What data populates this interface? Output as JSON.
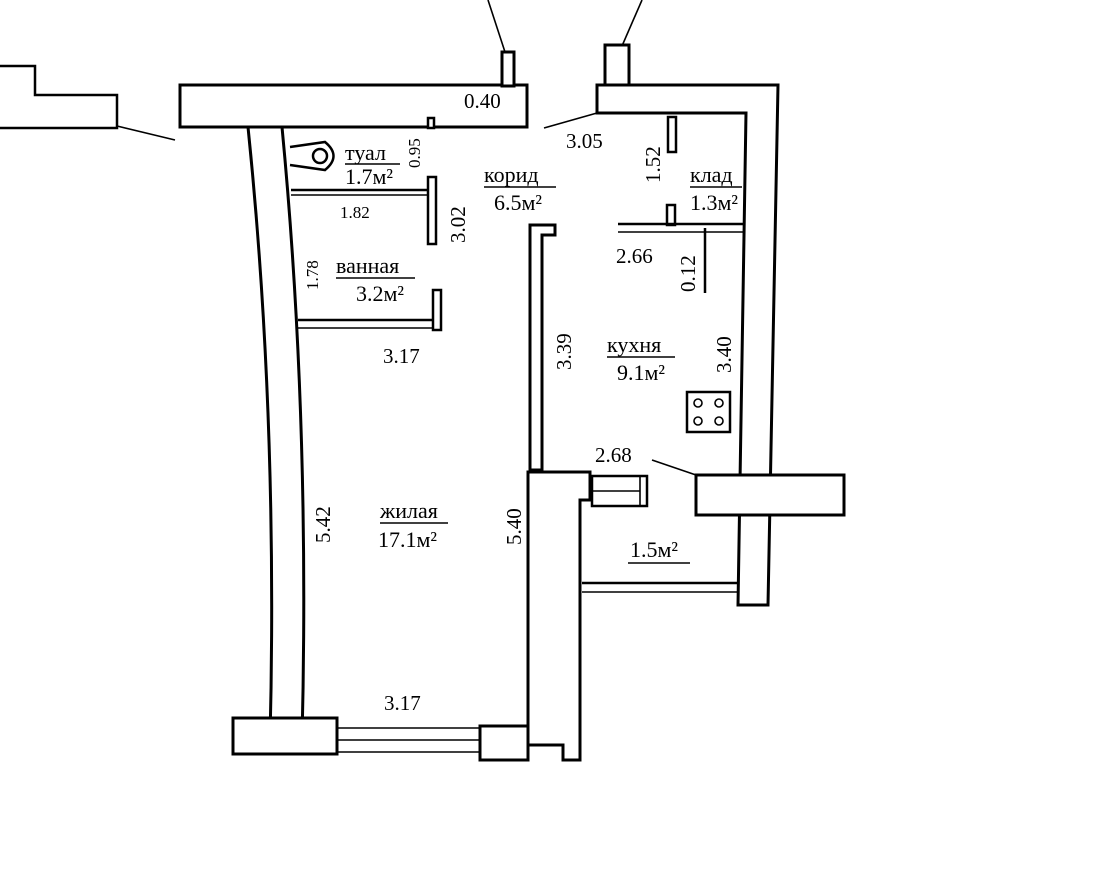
{
  "rooms": {
    "toilet": {
      "name": "туал",
      "area": "1.7м²"
    },
    "corridor": {
      "name": "корид",
      "area": "6.5м²"
    },
    "pantry": {
      "name": "клад",
      "area": "1.3м²"
    },
    "bathroom": {
      "name": "ванная",
      "area": "3.2м²"
    },
    "kitchen": {
      "name": "кухня",
      "area": "9.1м²"
    },
    "living": {
      "name": "жилая",
      "area": "17.1м²"
    },
    "balcony": {
      "area": "1.5м²"
    }
  },
  "dimensions": {
    "top_wall": "0.40",
    "corridor_width": "3.05",
    "pantry_height": "1.52",
    "toilet_width": "0.95",
    "toilet_length": "1.82",
    "bath_partition": "3.02",
    "bath_height": "1.78",
    "kitchen_width_top": "2.66",
    "pantry_wall": "0.12",
    "bath_length": "3.17",
    "corridor_wall": "3.39",
    "kitchen_height": "3.40",
    "kitchen_width_bottom": "2.68",
    "living_left": "5.42",
    "living_right": "5.40",
    "living_bottom": "3.17"
  }
}
